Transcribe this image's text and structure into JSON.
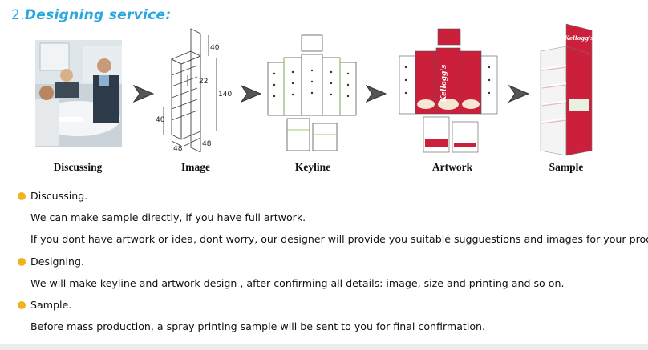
{
  "heading": {
    "number": "2.",
    "title": "Designing service:"
  },
  "steps": [
    {
      "label": "Discussing",
      "icon": "photo-meeting-icon"
    },
    {
      "label": "Image",
      "icon": "shelf-dimension-drawing-icon"
    },
    {
      "label": "Keyline",
      "icon": "keyline-die-cut-icon"
    },
    {
      "label": "Artwork",
      "icon": "printed-artwork-icon"
    },
    {
      "label": "Sample",
      "icon": "display-stand-sample-icon"
    }
  ],
  "dimensions": {
    "top": "40",
    "shelf": "22",
    "height": "140",
    "base": "40",
    "width": "48",
    "depth": "48"
  },
  "artwork_brand": "Kellogg's",
  "colors": {
    "heading": "#29a8e0",
    "bullet": "#f2b21b",
    "brand_red": "#cc1f3b"
  },
  "sections": [
    {
      "title": "Discussing.",
      "lines": [
        "We can make sample directly, if you have full artwork.",
        "If you dont have artwork or idea, dont worry, our designer will provide you suitable sugguestions and images for your products."
      ]
    },
    {
      "title": "Designing.",
      "lines": [
        "We will make keyline and artwork design , after confirming all details: image, size and printing and so on."
      ]
    },
    {
      "title": "Sample.",
      "lines": [
        "Before mass production, a spray printing sample will be sent to you for final confirmation."
      ]
    }
  ]
}
